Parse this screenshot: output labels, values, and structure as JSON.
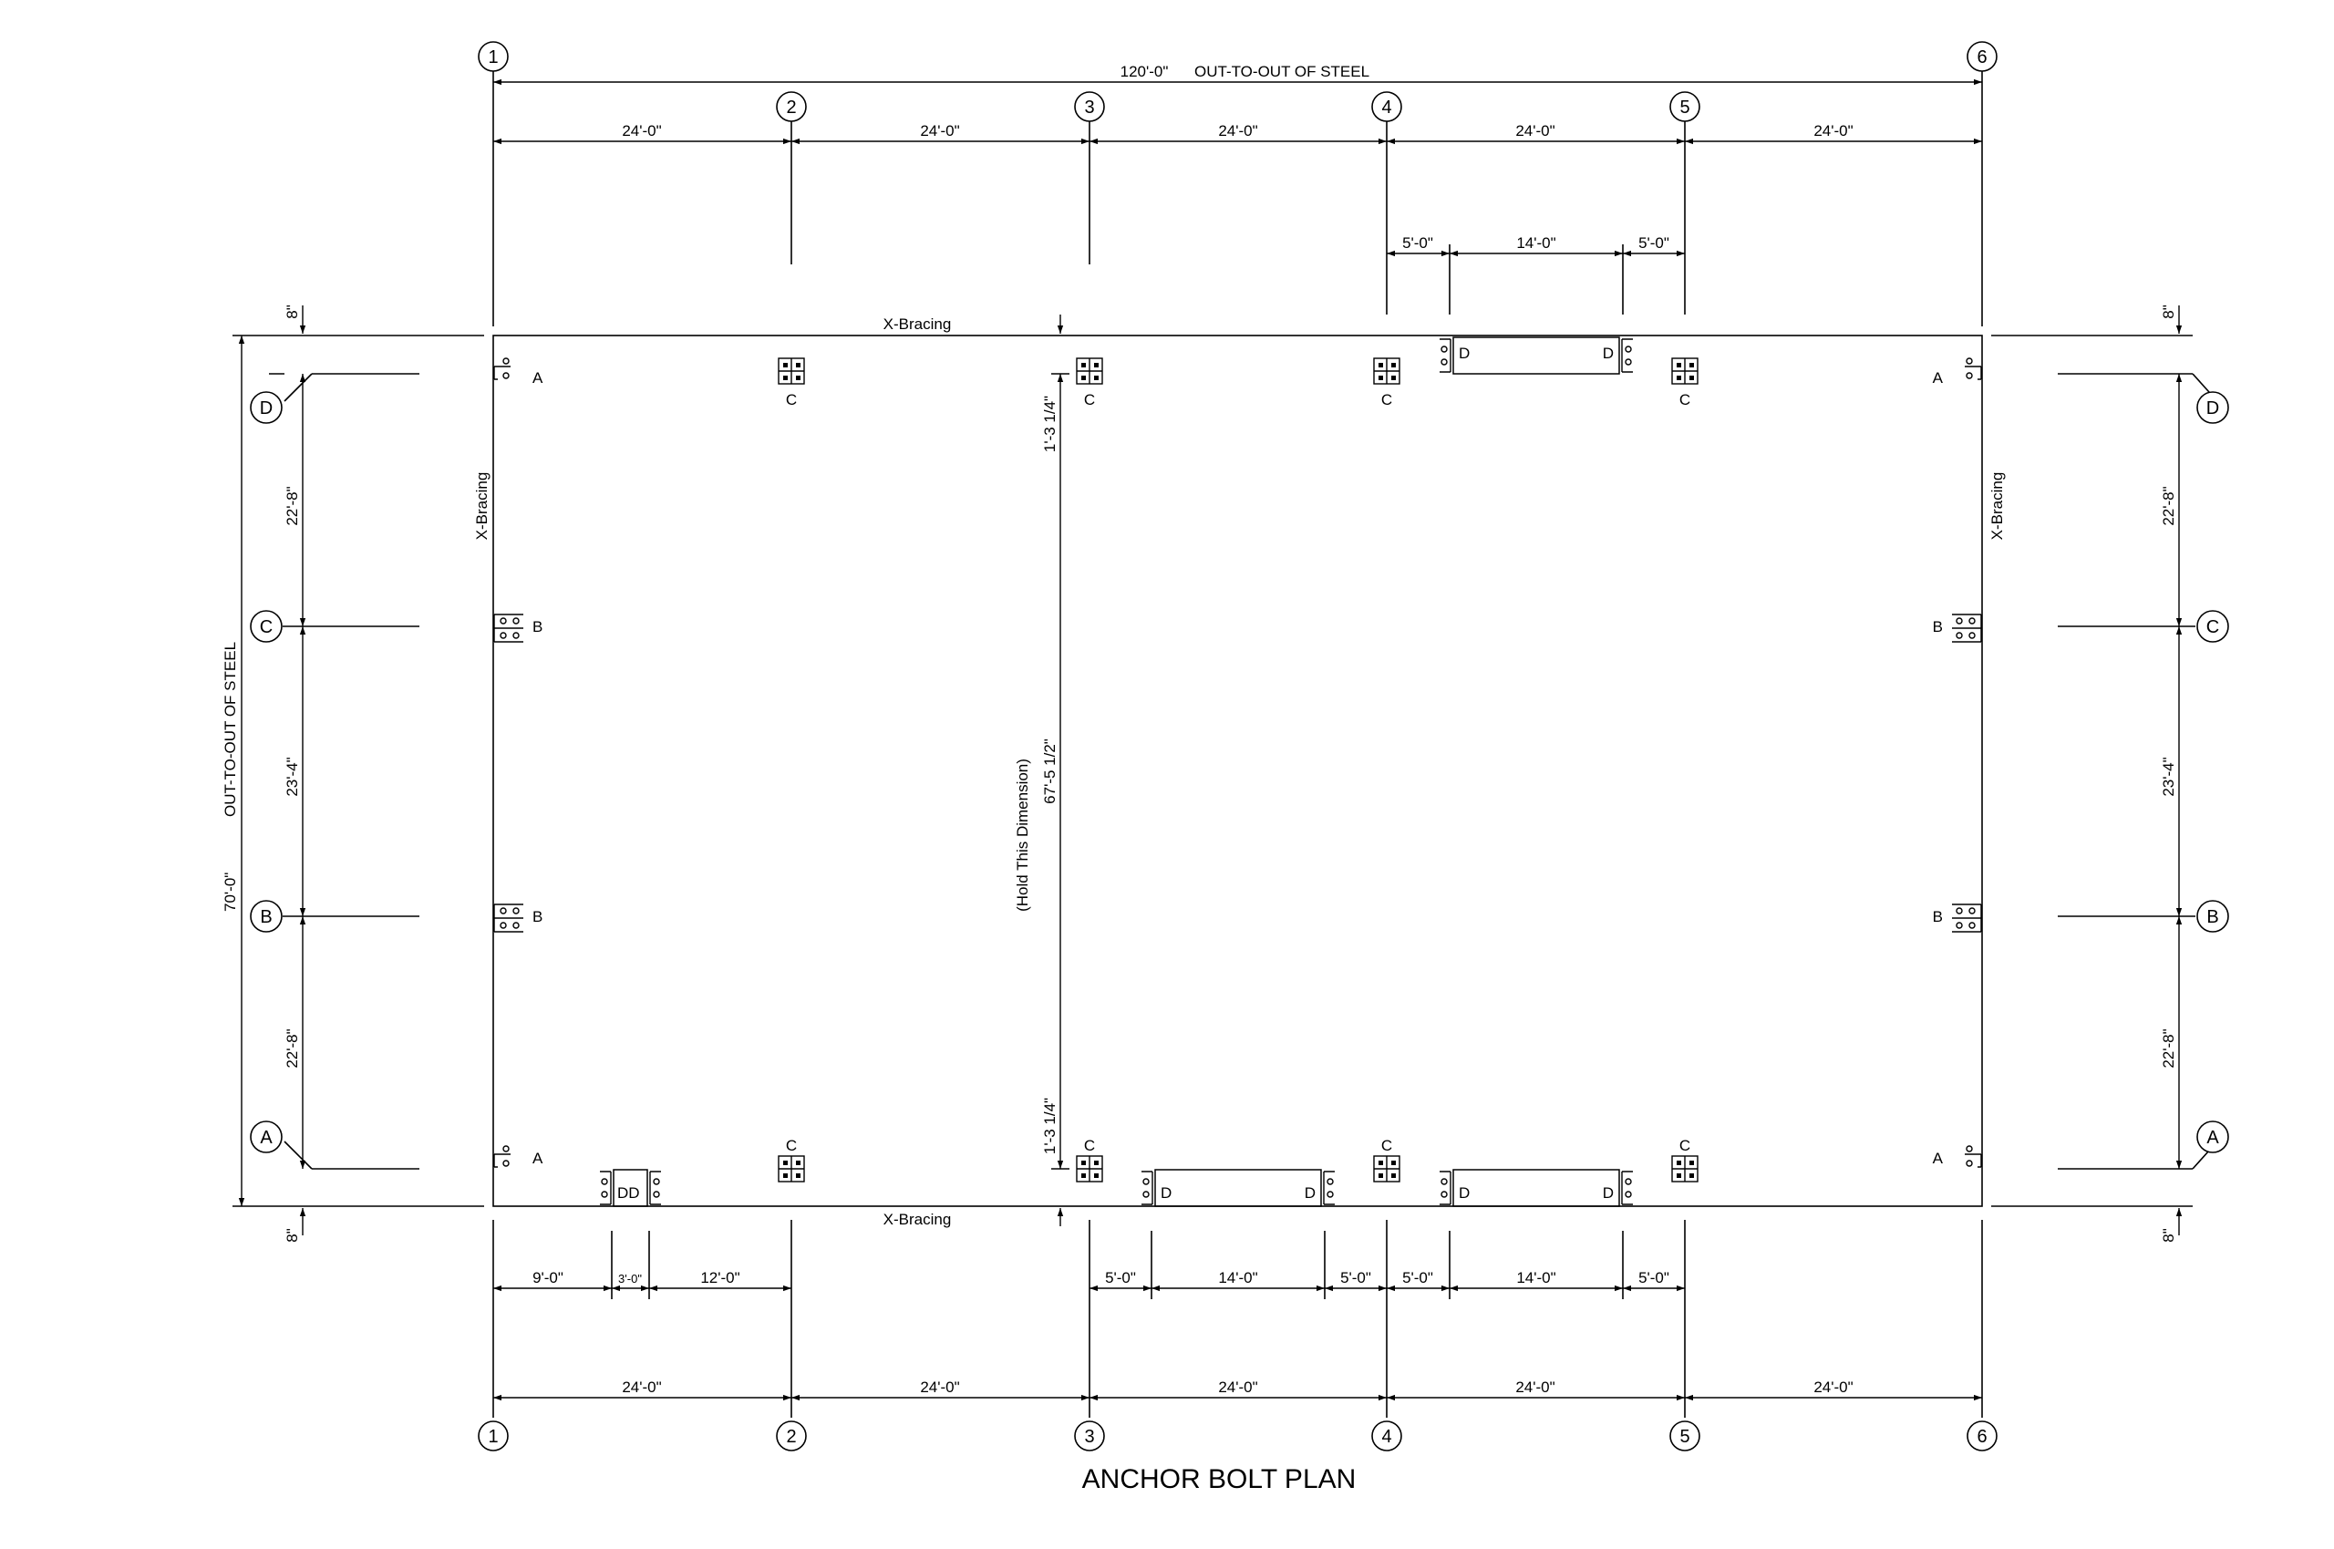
{
  "title": "ANCHOR BOLT PLAN",
  "overall_length": "120'-0\"",
  "overall_width": "70'-0\"",
  "out_to_out": "OUT-TO-OUT OF STEEL",
  "x_bracing": "X-Bracing",
  "hold_dim": "(Hold This Dimension)",
  "mid_dim": "67'-5 1/2\"",
  "end_dim": "1'-3 1/4\"",
  "offset_dim": "8\"",
  "grid_numbers": [
    "1",
    "2",
    "3",
    "4",
    "5",
    "6"
  ],
  "grid_letters": [
    "A",
    "B",
    "C",
    "D"
  ],
  "bay_dims": [
    "24'-0\"",
    "24'-0\"",
    "24'-0\"",
    "24'-0\"",
    "24'-0\""
  ],
  "side_bays": [
    "22'-8\"",
    "23'-4\"",
    "22'-8\""
  ],
  "door_dims_top": [
    "5'-0\"",
    "14'-0\"",
    "5'-0\""
  ],
  "door_dims_bottom": [
    "9'-0\"",
    "3'-0\"",
    "12'-0\"",
    "5'-0\"",
    "14'-0\"",
    "5'-0\"",
    "5'-0\"",
    "14'-0\"",
    "5'-0\""
  ],
  "bolt_types": [
    "A",
    "B",
    "C",
    "D",
    "DD"
  ]
}
